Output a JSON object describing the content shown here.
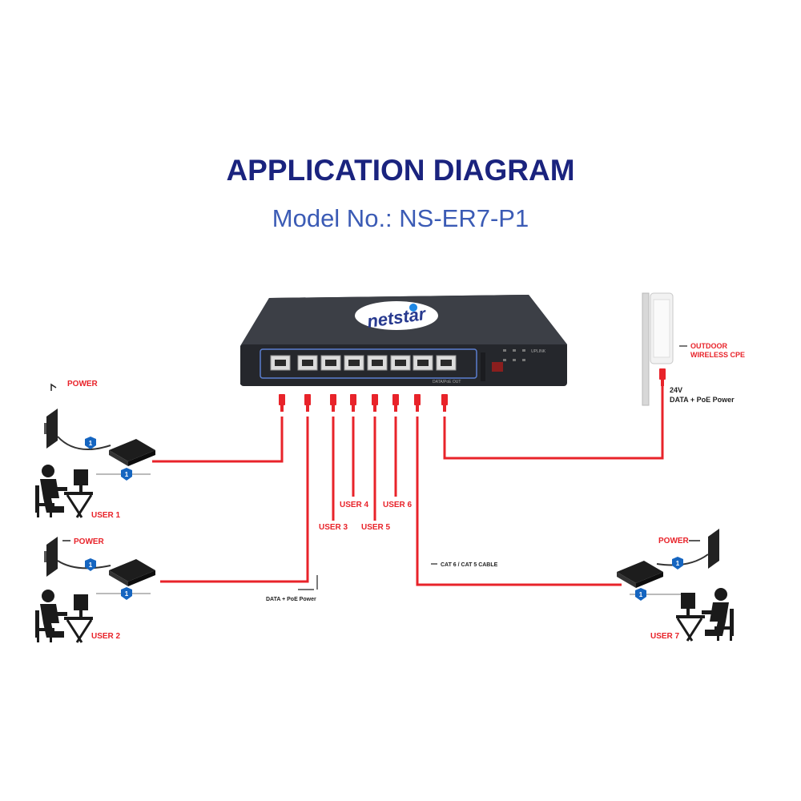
{
  "title": "APPLICATION DIAGRAM",
  "subtitle": "Model No.: NS-ER7-P1",
  "device": {
    "brand": "netstar",
    "port_labels": [
      "UPLINK",
      "DATA/PoE OUT"
    ]
  },
  "labels": {
    "power_1": "POWER",
    "power_2": "POWER",
    "power_7": "POWER",
    "user_1": "USER 1",
    "user_2": "USER 2",
    "user_3": "USER 3",
    "user_4": "USER 4",
    "user_5": "USER 5",
    "user_6": "USER 6",
    "user_7": "USER 7",
    "data_poe": "DATA + PoE Power",
    "cable": "CAT 6 / CAT 5 CABLE",
    "cpe_line1": "OUTDOOR",
    "cpe_line2": "WIRELESS CPE",
    "cpe_volt": "24V",
    "cpe_data": "DATA + PoE Power"
  },
  "colors": {
    "cable": "#e8232a",
    "title": "#1a237e",
    "subtitle": "#3b5bb5",
    "badge": "#1565c0"
  }
}
